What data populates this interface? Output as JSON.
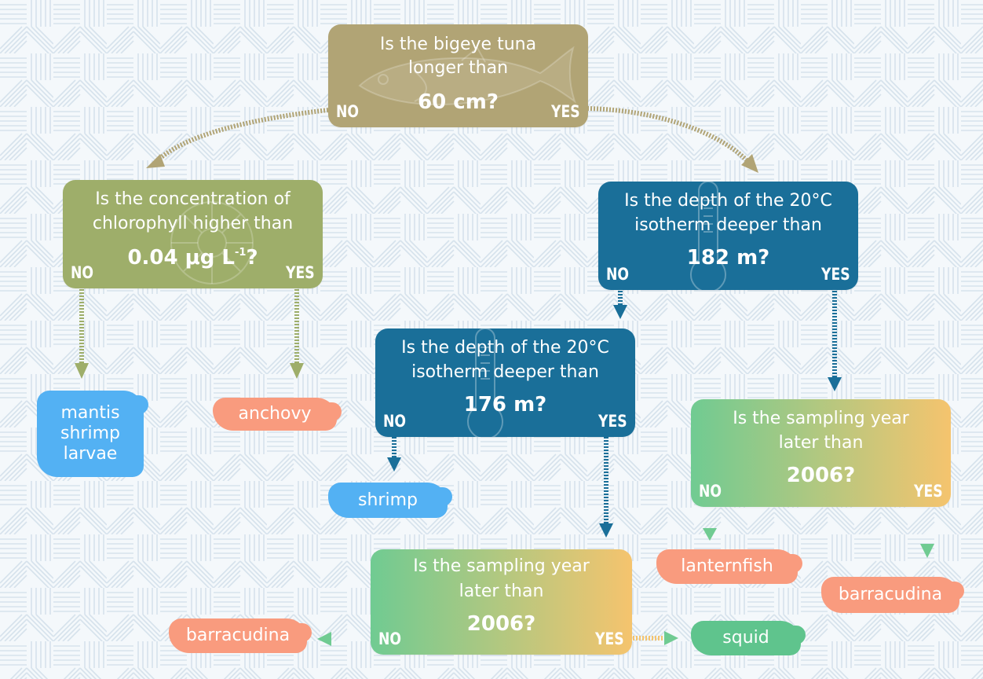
{
  "root": {
    "line1": "Is the bigeye tuna",
    "line2": "longer than",
    "value": "60 cm?",
    "no": "NO",
    "yes": "YES",
    "color": "#b1a475",
    "icon": "tuna-fish-icon"
  },
  "chlorophyll": {
    "line1": "Is the concentration of",
    "line2": "chlorophyll higher than",
    "value_main": "0.04 μg L",
    "value_sup": "-1",
    "value_end": "?",
    "no": "NO",
    "yes": "YES",
    "color": "#9eae6a",
    "icon": "chlorophyll-cell-icon"
  },
  "isotherm_182": {
    "line1": "Is the depth of the 20°C",
    "line2": "isotherm deeper than",
    "value": "182 m?",
    "no": "NO",
    "yes": "YES",
    "color": "#1a6f99",
    "icon": "thermometer-icon"
  },
  "isotherm_176": {
    "line1": "Is the depth of the 20°C",
    "line2": "isotherm deeper than",
    "value": "176 m?",
    "no": "NO",
    "yes": "YES",
    "color": "#1a6f99",
    "icon": "thermometer-icon"
  },
  "year_right": {
    "line1": "Is the sampling year",
    "line2": "later than",
    "value": "2006?",
    "no": "NO",
    "yes": "YES",
    "gradient": [
      "#70cb92",
      "#f5c46e"
    ]
  },
  "year_bottom": {
    "line1": "Is the sampling year",
    "line2": "later than",
    "value": "2006?",
    "no": "NO",
    "yes": "YES",
    "gradient": [
      "#70cb92",
      "#f5c46e"
    ]
  },
  "leaves": {
    "mantis_shrimp_larvae": [
      "mantis",
      "shrimp",
      "larvae"
    ],
    "anchovy": "anchovy",
    "shrimp": "shrimp",
    "lanternfish": "lanternfish",
    "barracudina_right": "barracudina",
    "barracudina_bottom": "barracudina",
    "squid": "squid"
  },
  "colors": {
    "salmon": "#f99b7e",
    "blue": "#53b1f3",
    "green": "#5fc48d",
    "root_arrow": "#b1a475",
    "chlorophyll_arrow": "#9eae6a",
    "isotherm_arrow": "#1a6f99"
  }
}
